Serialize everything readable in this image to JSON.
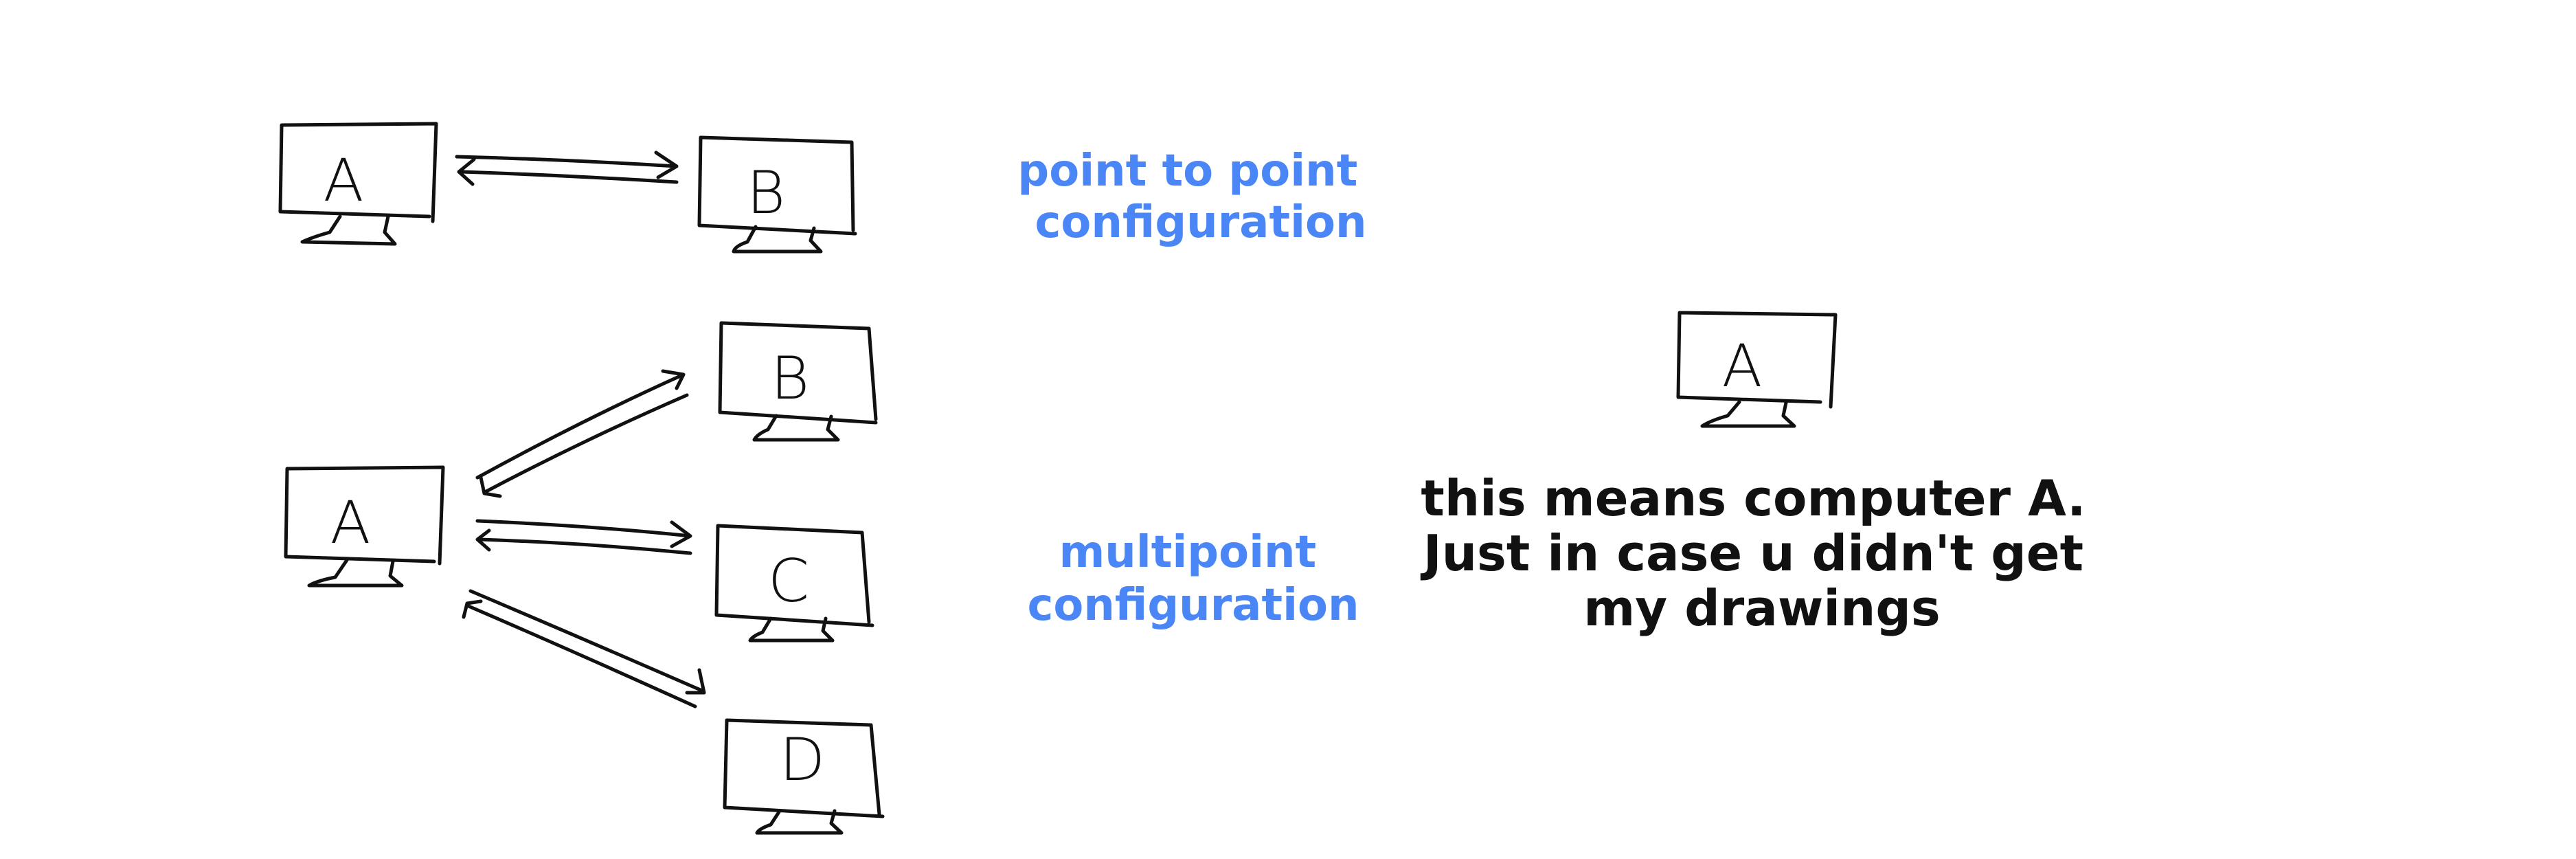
{
  "diagram": {
    "colors": {
      "ink": "#111111",
      "accent_blue": "#4a86f5",
      "background": "#ffffff"
    },
    "monitors": {
      "p2p_a": "A",
      "p2p_b": "B",
      "multi_a": "A",
      "multi_b": "B",
      "multi_c": "C",
      "multi_d": "D",
      "legend_a": "A"
    },
    "captions": {
      "p2p_line1": "point to point",
      "p2p_line2": "configuration",
      "multi_line1": "multipoint",
      "multi_line2": "configuration",
      "legend_line1": "this means computer A.",
      "legend_line2": "Just in case u didn't get",
      "legend_line3": "my drawings"
    }
  }
}
